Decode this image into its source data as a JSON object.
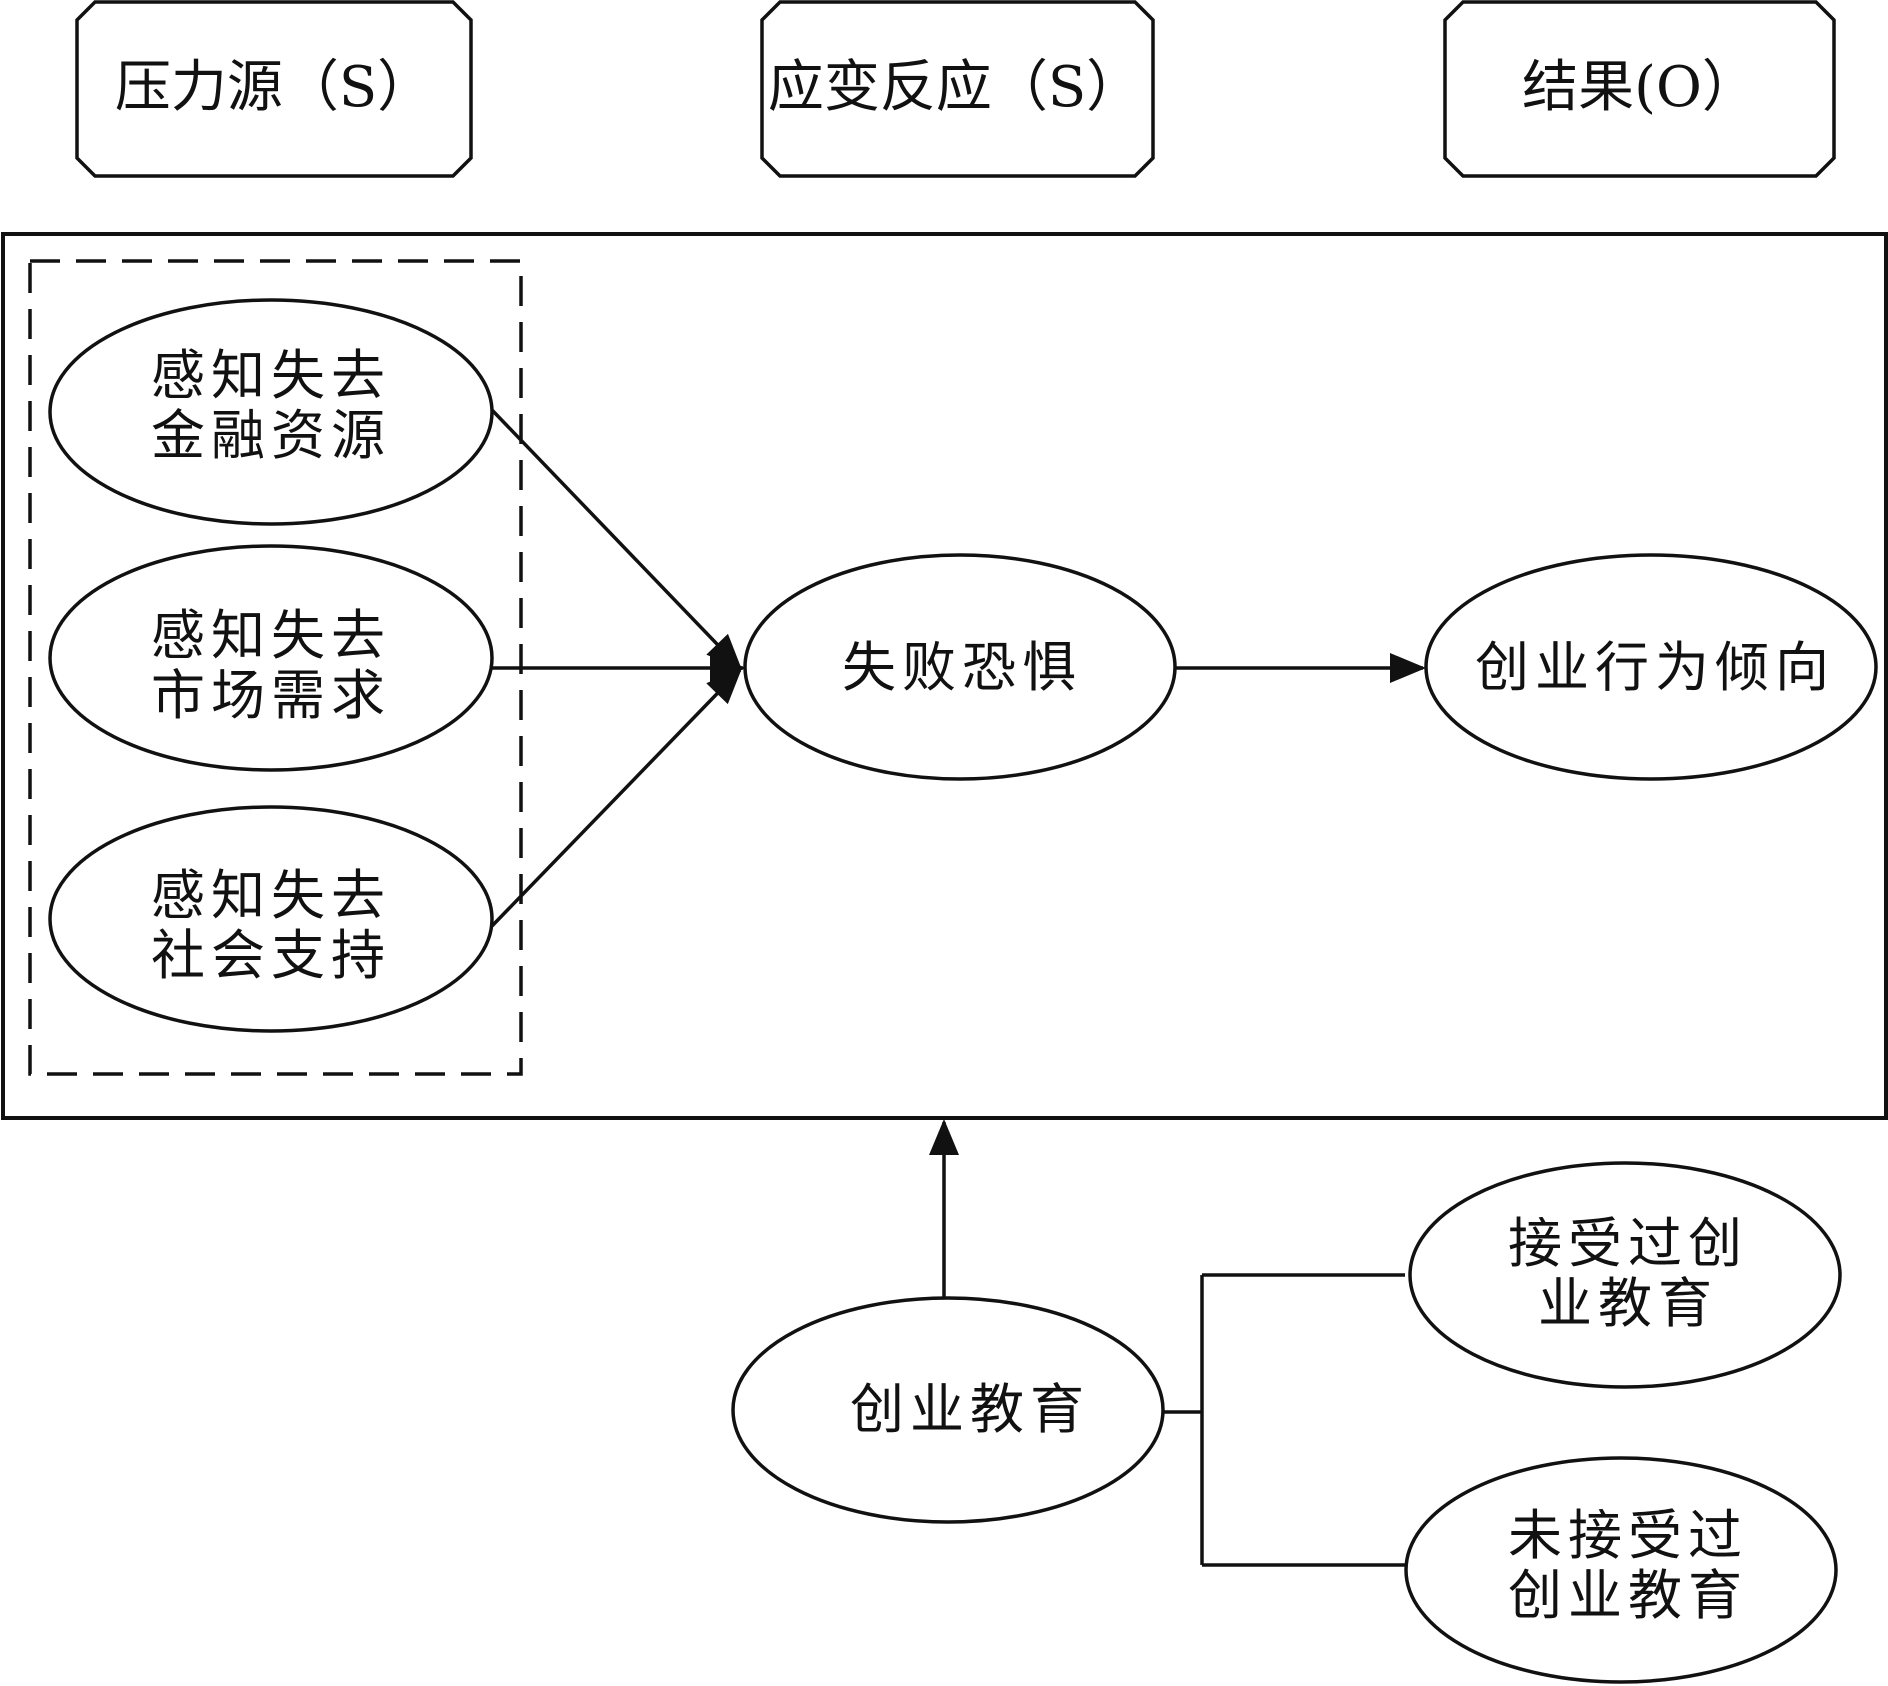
{
  "headers": {
    "stressor": "压力源（S）",
    "response": "应变反应（S）",
    "outcome": "结果(O）"
  },
  "stressors": [
    {
      "line1": "感知失去",
      "line2": "金融资源"
    },
    {
      "line1": "感知失去",
      "line2": "市场需求"
    },
    {
      "line1": "感知失去",
      "line2": "社会支持"
    }
  ],
  "response_node": "失败恐惧",
  "outcome_node": "创业行为倾向",
  "moderator": {
    "label": "创业教育",
    "received": {
      "line1": "接受过创",
      "line2": "业教育"
    },
    "not_received": {
      "line1": "未接受过",
      "line2": "创业教育"
    }
  }
}
